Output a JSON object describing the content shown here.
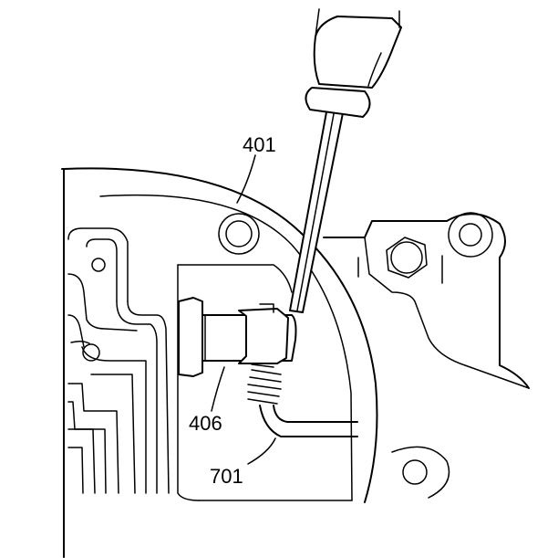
{
  "figure": {
    "callouts": {
      "c401": "401",
      "c406": "406",
      "c701": "701"
    },
    "colors": {
      "line": "#000000",
      "background": "#ffffff"
    }
  }
}
